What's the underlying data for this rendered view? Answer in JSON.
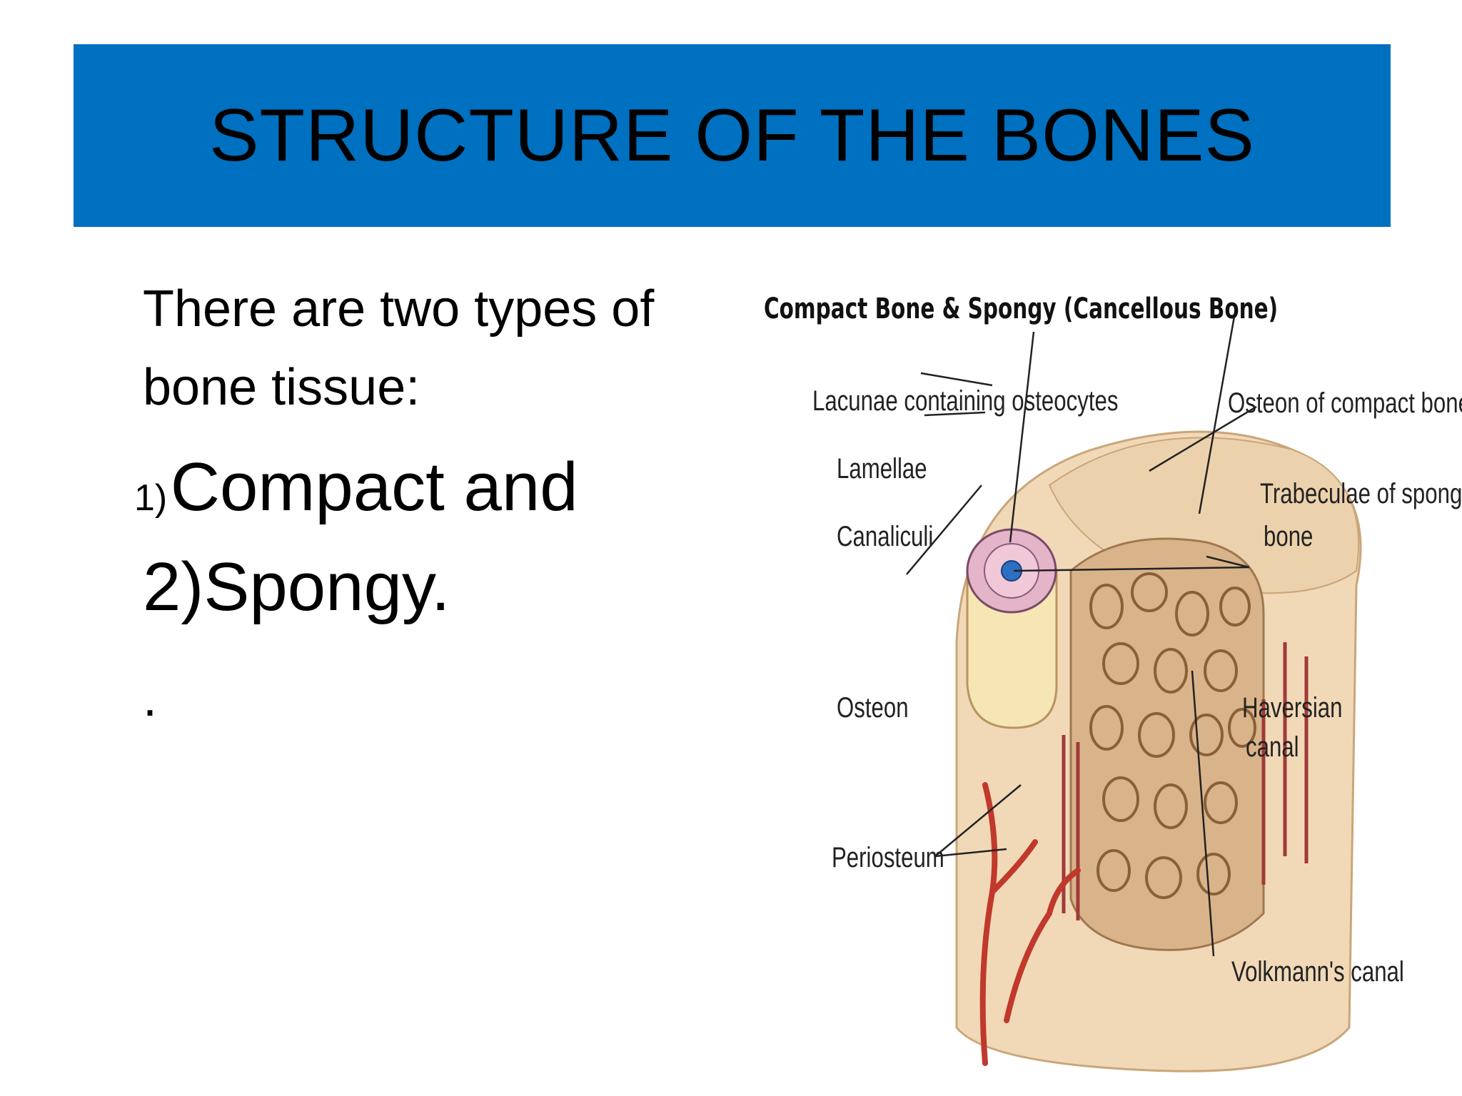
{
  "title": "STRUCTURE OF THE BONES",
  "body": {
    "intro": "There are two types of bone tissue:",
    "item1_num": "1)",
    "item1_label": "Compact and",
    "item2": "2)Spongy.",
    "trailing": "."
  },
  "figure": {
    "title": "Compact Bone & Spongy (Cancellous Bone)",
    "labels": {
      "lacunae": "Lacunae containing osteocytes",
      "lamellae": "Lamellae",
      "canaliculi": "Canaliculi",
      "osteon": "Osteon",
      "periosteum": "Periosteum",
      "osteon_compact": "Osteon of compact bone",
      "trabeculae_1": "Trabeculae of spongy",
      "trabeculae_2": "bone",
      "haversian_1": "Haversian",
      "haversian_2": "canal",
      "volkmann": "Volkmann's canal"
    }
  },
  "colors": {
    "title_band": "#0070c0",
    "bone_outer": "#f1d9b8",
    "bone_spongy": "#d9b48a",
    "vessel": "#c0392b"
  }
}
